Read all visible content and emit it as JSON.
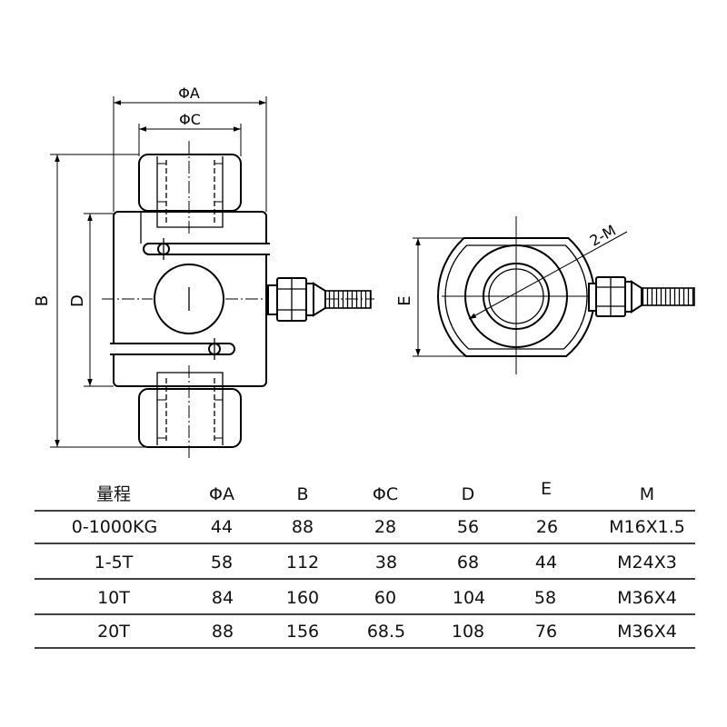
{
  "drawing": {
    "front_view": {
      "label_phi_a": "ΦA",
      "label_phi_c": "ΦC",
      "label_b": "B",
      "label_d": "D"
    },
    "side_view": {
      "label_e": "E",
      "label_m": "2-M"
    }
  },
  "table": {
    "headers": [
      "量程",
      "ΦA",
      "B",
      "ΦC",
      "D",
      "E",
      "M"
    ],
    "rows": [
      [
        "0-1000KG",
        "44",
        "88",
        "28",
        "56",
        "26",
        "M16X1.5"
      ],
      [
        "1-5T",
        "58",
        "112",
        "38",
        "68",
        "44",
        "M24X3"
      ],
      [
        "10T",
        "84",
        "160",
        "60",
        "104",
        "58",
        "M36X4"
      ],
      [
        "20T",
        "88",
        "156",
        "68.5",
        "108",
        "76",
        "M36X4"
      ]
    ]
  },
  "colors": {
    "line": "#000000",
    "background": "#ffffff"
  }
}
